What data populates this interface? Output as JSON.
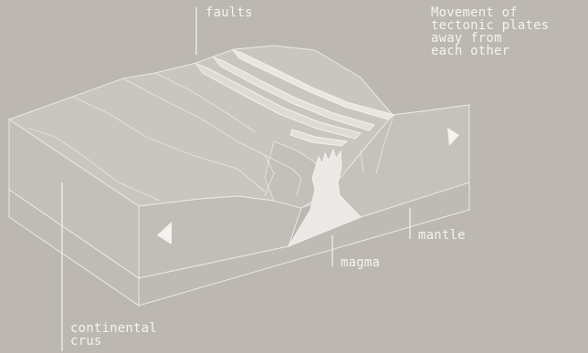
{
  "labels": {
    "faults": "faults",
    "movement": "Movement of\ntectonic plates\naway from\neach other",
    "mantle": "mantle",
    "magma": "magma",
    "crust": "continental\ncrus"
  },
  "colors": {
    "background": "#bcb8b1",
    "block_top": "#c9c5bf",
    "block_front": "#c3bfb9",
    "block_side": "#c0bcb6",
    "magma": "#ebe9e5",
    "ink": "#f3f1ed"
  }
}
